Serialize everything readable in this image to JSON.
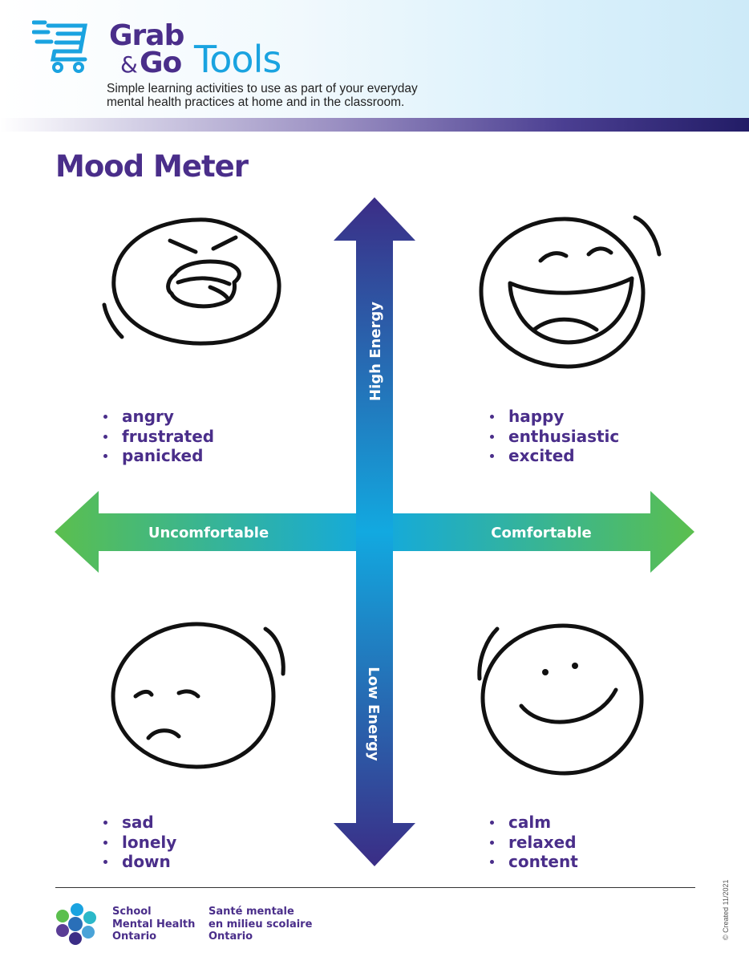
{
  "header": {
    "brand": {
      "grab": "Grab",
      "amp": "&",
      "go": "Go",
      "tools": "Tools"
    },
    "tagline": [
      "Simple learning activities to use as part of your everyday",
      "mental health practices at home and in the classroom."
    ],
    "cart_icon": "shopping-cart-icon"
  },
  "title": "Mood Meter",
  "axes": {
    "high": "High Energy",
    "low": "Low Energy",
    "left": "Uncomfortable",
    "right": "Comfortable"
  },
  "quadrants": {
    "top_left": {
      "face": "angry-face-icon",
      "words": [
        "angry",
        "frustrated",
        "panicked"
      ]
    },
    "top_right": {
      "face": "laughing-face-icon",
      "words": [
        "happy",
        "enthusiastic",
        "excited"
      ]
    },
    "bottom_left": {
      "face": "sad-face-icon",
      "words": [
        "sad",
        "lonely",
        "down"
      ]
    },
    "bottom_right": {
      "face": "smiling-face-icon",
      "words": [
        "calm",
        "relaxed",
        "content"
      ]
    }
  },
  "footer": {
    "logo_icon": "school-mental-health-ontario-logo",
    "english": [
      "School",
      "Mental Health",
      "Ontario"
    ],
    "french": [
      "Santé mentale",
      "en milieu scolaire",
      "Ontario"
    ],
    "credit": "© Created 11/2021"
  },
  "colors": {
    "title_purple": "#4a2e8a",
    "axis_purple": "#3b2d86",
    "axis_blue": "#12a9e0",
    "axis_green": "#5bbf4e",
    "brand_blue": "#1aa3e0"
  }
}
